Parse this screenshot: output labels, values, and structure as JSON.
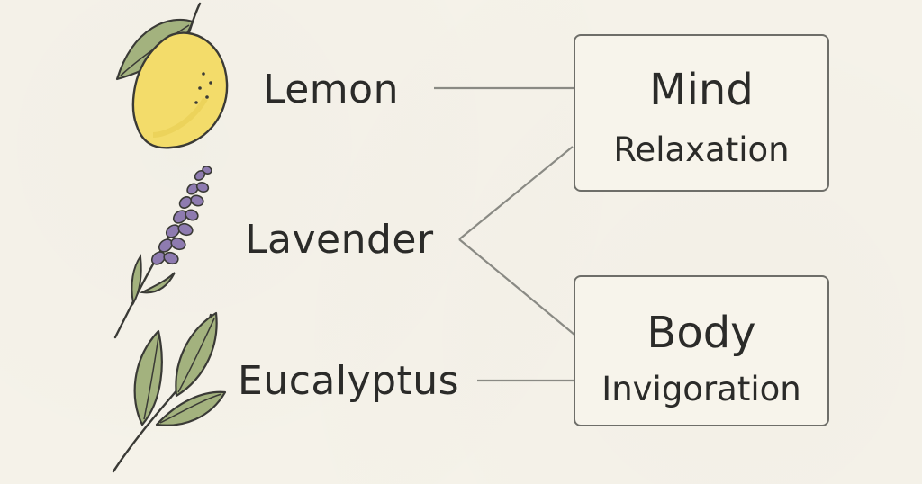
{
  "sources": [
    {
      "label": "Lemon",
      "icon": "lemon-icon"
    },
    {
      "label": "Lavender",
      "icon": "lavender-icon"
    },
    {
      "label": "Eucalyptus",
      "icon": "eucalyptus-icon"
    }
  ],
  "targets": [
    {
      "title": "Mind",
      "subtitle": "Relaxation"
    },
    {
      "title": "Body",
      "subtitle": "Invigoration"
    }
  ],
  "links": [
    {
      "from": "Lemon",
      "to": "Mind"
    },
    {
      "from": "Lavender",
      "to": "Mind"
    },
    {
      "from": "Lavender",
      "to": "Body"
    },
    {
      "from": "Eucalyptus",
      "to": "Body"
    }
  ],
  "colors": {
    "background": "#f6f3ea",
    "lemon": "#f3dc6a",
    "leaf": "#a3b27e",
    "lavender": "#8e7bb0",
    "line": "#8a8a84",
    "box_border": "#6e6e69"
  }
}
